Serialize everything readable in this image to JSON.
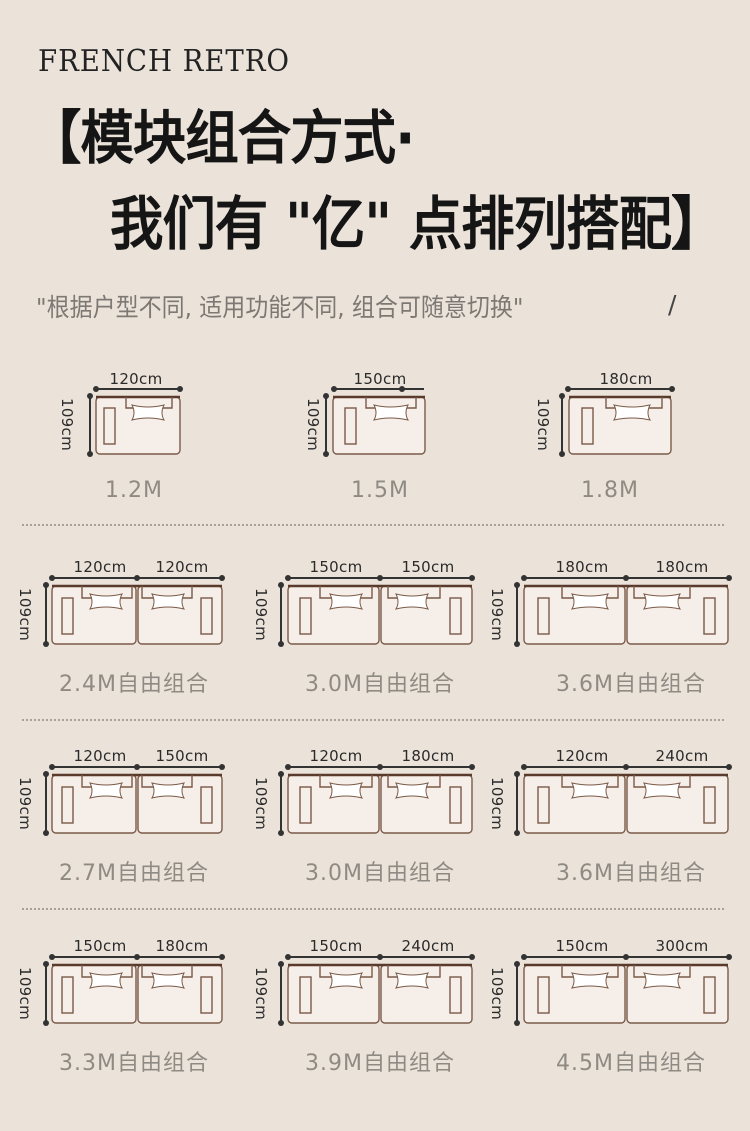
{
  "header": {
    "brand": "FRENCH RETRO",
    "title_line1": "【模块组合方式·",
    "title_line2": "我们有 \"亿\" 点排列搭配】",
    "subtitle": "\"根据户型不同, 适用功能不同, 组合可随意切换\"",
    "slash": "/"
  },
  "colors": {
    "background": "#ebe3da",
    "sofa_fill": "#f6eee8",
    "sofa_outline": "#7a5a48",
    "back_bar": "#5a3a2a",
    "dim_line": "#333333",
    "caption": "#8f8a84"
  },
  "depth_label": "109cm",
  "singles": [
    {
      "width": "120cm",
      "caption": "1.2M"
    },
    {
      "width": "150cm",
      "caption": "1.5M"
    },
    {
      "width": "180cm",
      "caption": "1.8M"
    }
  ],
  "combos": [
    [
      {
        "left": "120cm",
        "right": "120cm",
        "caption": "2.4M自由组合"
      },
      {
        "left": "150cm",
        "right": "150cm",
        "caption": "3.0M自由组合"
      },
      {
        "left": "180cm",
        "right": "180cm",
        "caption": "3.6M自由组合"
      }
    ],
    [
      {
        "left": "120cm",
        "right": "150cm",
        "caption": "2.7M自由组合"
      },
      {
        "left": "120cm",
        "right": "180cm",
        "caption": "3.0M自由组合"
      },
      {
        "left": "120cm",
        "right": "240cm",
        "caption": "3.6M自由组合"
      }
    ],
    [
      {
        "left": "150cm",
        "right": "180cm",
        "caption": "3.3M自由组合"
      },
      {
        "left": "150cm",
        "right": "240cm",
        "caption": "3.9M自由组合"
      },
      {
        "left": "150cm",
        "right": "300cm",
        "caption": "4.5M自由组合"
      }
    ]
  ]
}
